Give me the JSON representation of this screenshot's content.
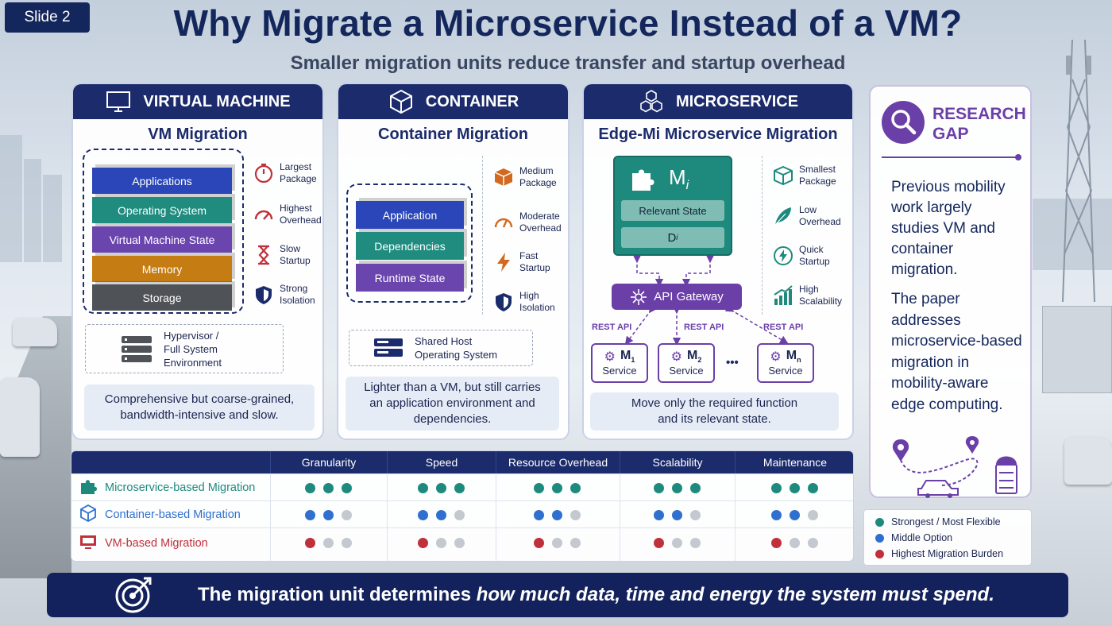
{
  "slide_label": "Slide 2",
  "title": "Why Migrate a Microservice Instead of a VM?",
  "subtitle": "Smaller migration units reduce transfer and startup overhead",
  "colors": {
    "navy": "#1b2b6b",
    "teal": "#1e8a7e",
    "blue": "#2f6fd0",
    "red": "#c0303a",
    "purple": "#6b3fa8",
    "grey": "#c4c8cf"
  },
  "vm": {
    "header": "VIRTUAL MACHINE",
    "icon": "monitor-icon",
    "title": "VM Migration",
    "layers": [
      "Applications",
      "Operating System",
      "Virtual Machine State",
      "Memory",
      "Storage"
    ],
    "attributes": [
      {
        "icon": "timer-icon",
        "line1": "Largest",
        "line2": "Package"
      },
      {
        "icon": "gauge-icon",
        "line1": "Highest",
        "line2": "Overhead"
      },
      {
        "icon": "hourglass-icon",
        "line1": "Slow",
        "line2": "Startup"
      },
      {
        "icon": "shield-icon",
        "line1": "Strong",
        "line2": "Isolation"
      }
    ],
    "host_line1": "Hypervisor /",
    "host_line2": "Full System",
    "host_line3": "Environment",
    "note_line1": "Comprehensive but coarse-grained,",
    "note_line2": "bandwidth-intensive and slow."
  },
  "container": {
    "header": "CONTAINER",
    "icon": "cube-icon",
    "title": "Container Migration",
    "layers": [
      "Application",
      "Dependencies",
      "Runtime State"
    ],
    "attributes": [
      {
        "icon": "box-icon",
        "line1": "Medium",
        "line2": "Package"
      },
      {
        "icon": "gauge-icon",
        "line1": "Moderate",
        "line2": "Overhead"
      },
      {
        "icon": "lightning-icon",
        "line1": "Fast",
        "line2": "Startup"
      },
      {
        "icon": "shield-icon",
        "line1": "High",
        "line2": "Isolation"
      }
    ],
    "host_line1": "Shared Host",
    "host_line2": "Operating System",
    "note_line1": "Lighter than a VM, but still carries",
    "note_line2": "an application environment and",
    "note_line3": "dependencies."
  },
  "microservice": {
    "header": "MICROSERVICE",
    "icon": "hexagon-cluster-icon",
    "title": "Edge-Mi Microservice Migration",
    "module_name": "M",
    "module_sub": "i",
    "relevant_state": "Relevant State",
    "data_name": "D",
    "data_sub": "i",
    "gateway": "API Gateway",
    "rest_label": "REST API",
    "services": [
      {
        "name": "M",
        "sub": "1",
        "label": "Service"
      },
      {
        "name": "M",
        "sub": "2",
        "label": "Service"
      },
      {
        "name": "M",
        "sub": "n",
        "label": "Service"
      }
    ],
    "ellipsis": "•••",
    "attributes": [
      {
        "icon": "cube-icon",
        "line1": "Smallest",
        "line2": "Package"
      },
      {
        "icon": "feather-icon",
        "line1": "Low",
        "line2": "Overhead"
      },
      {
        "icon": "lightning-circle-icon",
        "line1": "Quick",
        "line2": "Startup"
      },
      {
        "icon": "growth-chart-icon",
        "line1": "High",
        "line2": "Scalability"
      }
    ],
    "note_line1": "Move only the required function",
    "note_line2": "and its relevant state."
  },
  "research_gap": {
    "title_line1": "RESEARCH",
    "title_line2": "GAP",
    "para1": [
      "Previous mobility",
      "work largely",
      "studies VM and",
      "container",
      "migration."
    ],
    "para2": [
      "The paper",
      "addresses",
      "microservice-based",
      "migration in",
      "mobility-aware",
      "edge computing."
    ]
  },
  "comparison": {
    "columns": [
      "Granularity",
      "Speed",
      "Resource Overhead",
      "Scalability",
      "Maintenance"
    ],
    "rows": [
      {
        "label": "Microservice-based Migration",
        "icon": "puzzle-icon",
        "color": "#1e8a7e",
        "levels": [
          3,
          3,
          3,
          3,
          3
        ]
      },
      {
        "label": "Container-based Migration",
        "icon": "cube-icon",
        "color": "#2f6fd0",
        "levels": [
          2,
          2,
          2,
          2,
          2
        ]
      },
      {
        "label": "VM-based Migration",
        "icon": "monitor-icon",
        "color": "#c0303a",
        "levels": [
          1,
          1,
          1,
          1,
          1
        ]
      }
    ]
  },
  "legend": [
    {
      "label": "Strongest / Most Flexible",
      "color": "#1e8a7e"
    },
    {
      "label": "Middle Option",
      "color": "#2f6fd0"
    },
    {
      "label": "Highest Migration Burden",
      "color": "#c0303a"
    }
  ],
  "banner": {
    "icon": "target-icon",
    "text_normal": "The migration unit determines ",
    "text_italic": "how much data, time and energy the system must spend."
  }
}
